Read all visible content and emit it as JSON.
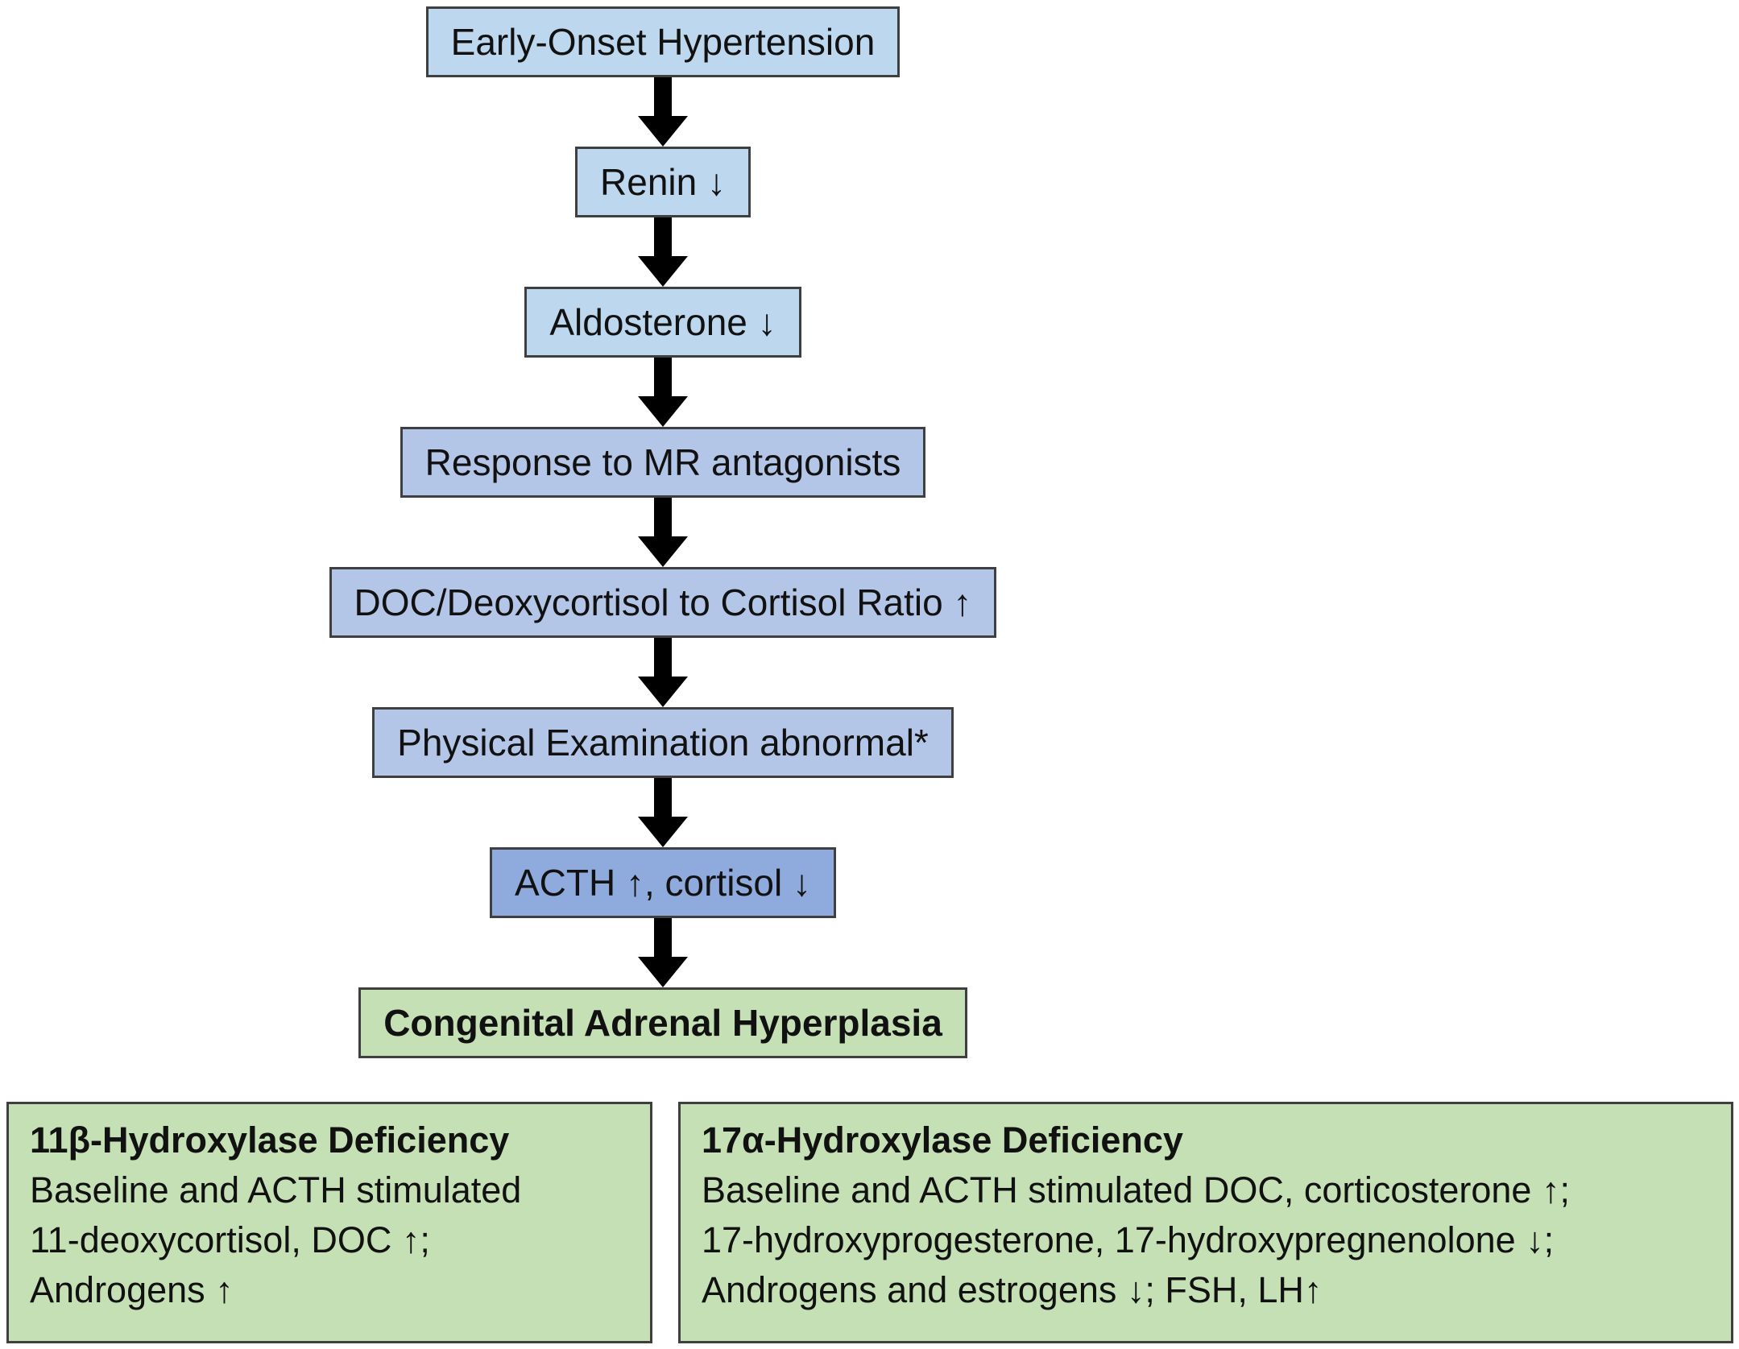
{
  "colors": {
    "light_blue": "#bdd7ee",
    "medium_blue": "#b4c6e7",
    "dark_blue": "#8faadc",
    "green": "#c5e0b4",
    "border": "#3f3f3f",
    "arrow": "#000000",
    "background": "#ffffff"
  },
  "flow": {
    "steps": [
      {
        "label": "Early-Onset Hypertension"
      },
      {
        "label": "Renin ↓"
      },
      {
        "label": "Aldosterone ↓"
      },
      {
        "label": "Response to MR antagonists"
      },
      {
        "label": "DOC/Deoxycortisol to Cortisol Ratio ↑"
      },
      {
        "label": "Physical Examination abnormal*"
      },
      {
        "label": "ACTH ↑, cortisol ↓"
      },
      {
        "label": "Congenital Adrenal Hyperplasia"
      }
    ]
  },
  "panels": [
    {
      "title": "11β-Hydroxylase Deficiency",
      "lines": [
        "Baseline and ACTH stimulated",
        "11-deoxycortisol, DOC ↑;",
        "Androgens ↑"
      ]
    },
    {
      "title": "17α-Hydroxylase Deficiency",
      "lines": [
        "Baseline and ACTH stimulated DOC, corticosterone ↑;",
        "17-hydroxyprogesterone, 17-hydroxypregnenolone ↓;",
        "Androgens and estrogens ↓; FSH, LH↑"
      ]
    }
  ]
}
